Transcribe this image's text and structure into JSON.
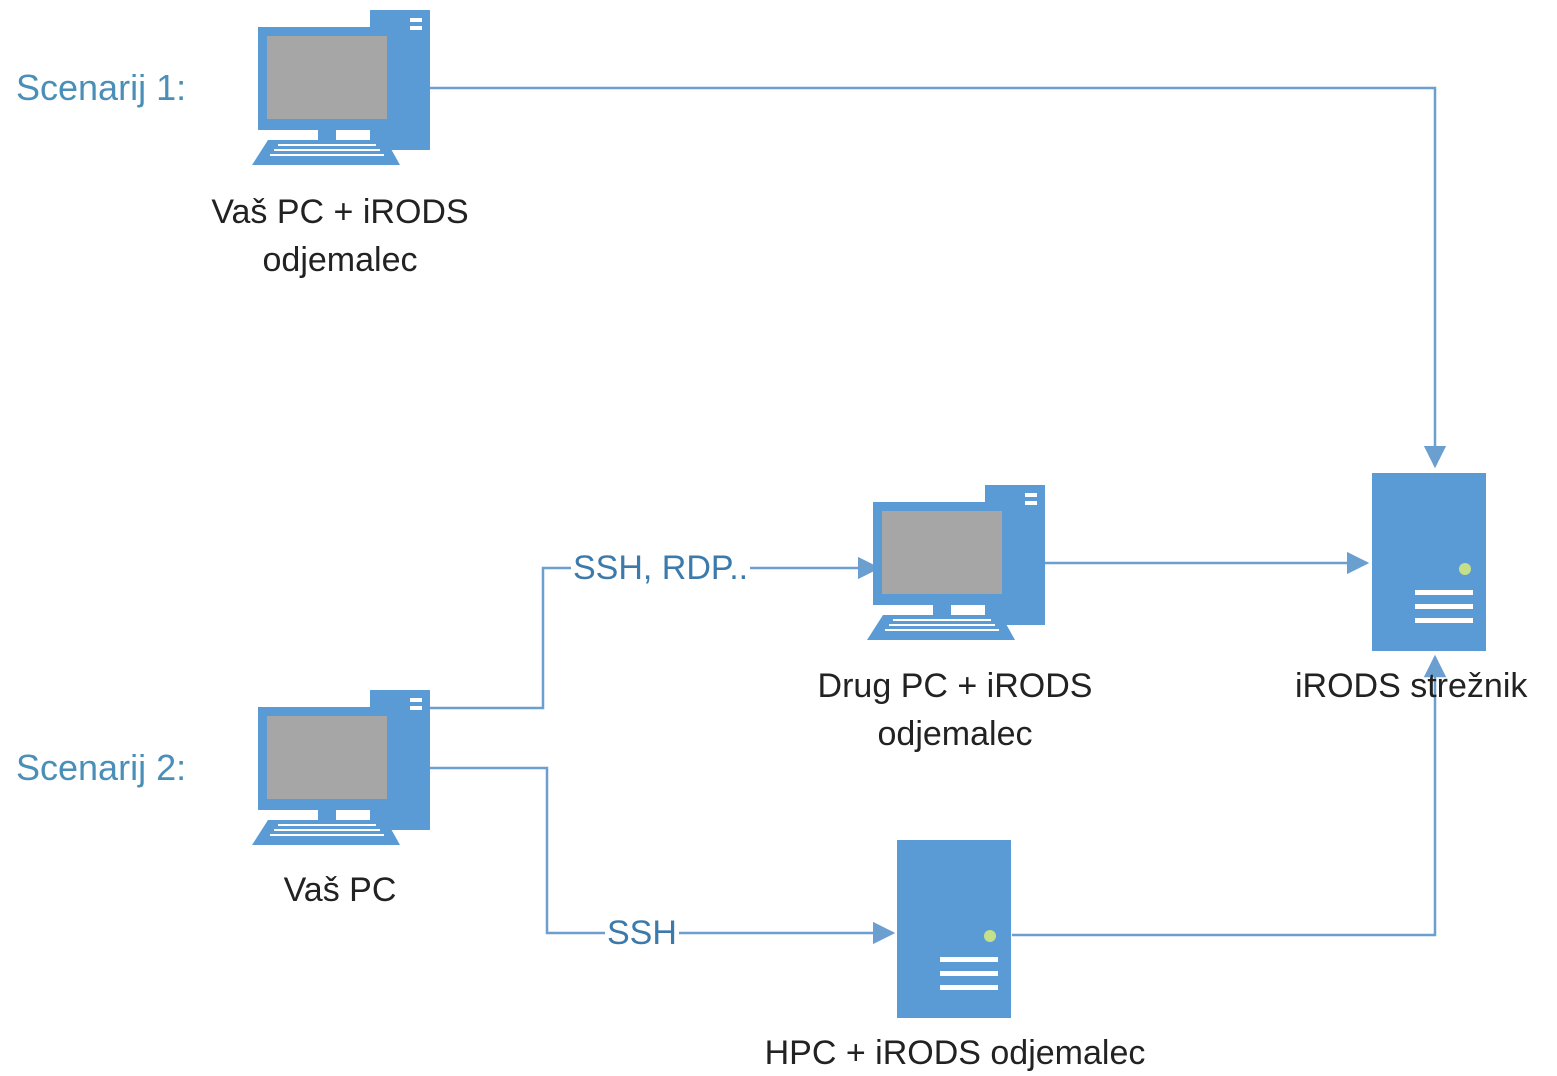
{
  "colors": {
    "accent": "#5b9bd5",
    "screen": "#a6a6a6",
    "line": "#6a9fd0",
    "led": "#c6e08a",
    "scenario_text": "#4a8fb8",
    "label_text": "#222222",
    "edge_text": "#3c7aac"
  },
  "scenarios": {
    "s1": "Scenarij 1:",
    "s2": "Scenarij 2:"
  },
  "nodes": {
    "pc1": {
      "icon": "desktop-pc-icon",
      "line1": "Vaš PC + iRODS",
      "line2": "odjemalec"
    },
    "pc2": {
      "icon": "desktop-pc-icon",
      "line1": "Vaš PC"
    },
    "drug": {
      "icon": "desktop-pc-icon",
      "line1": "Drug PC + iRODS",
      "line2": "odjemalec"
    },
    "hpc": {
      "icon": "server-tower-icon",
      "line1": "HPC + iRODS odjemalec"
    },
    "server": {
      "icon": "server-tower-icon",
      "line1": "iRODS strežnik"
    }
  },
  "edges": {
    "ssh_rdp": "SSH, RDP..",
    "ssh": "SSH"
  }
}
